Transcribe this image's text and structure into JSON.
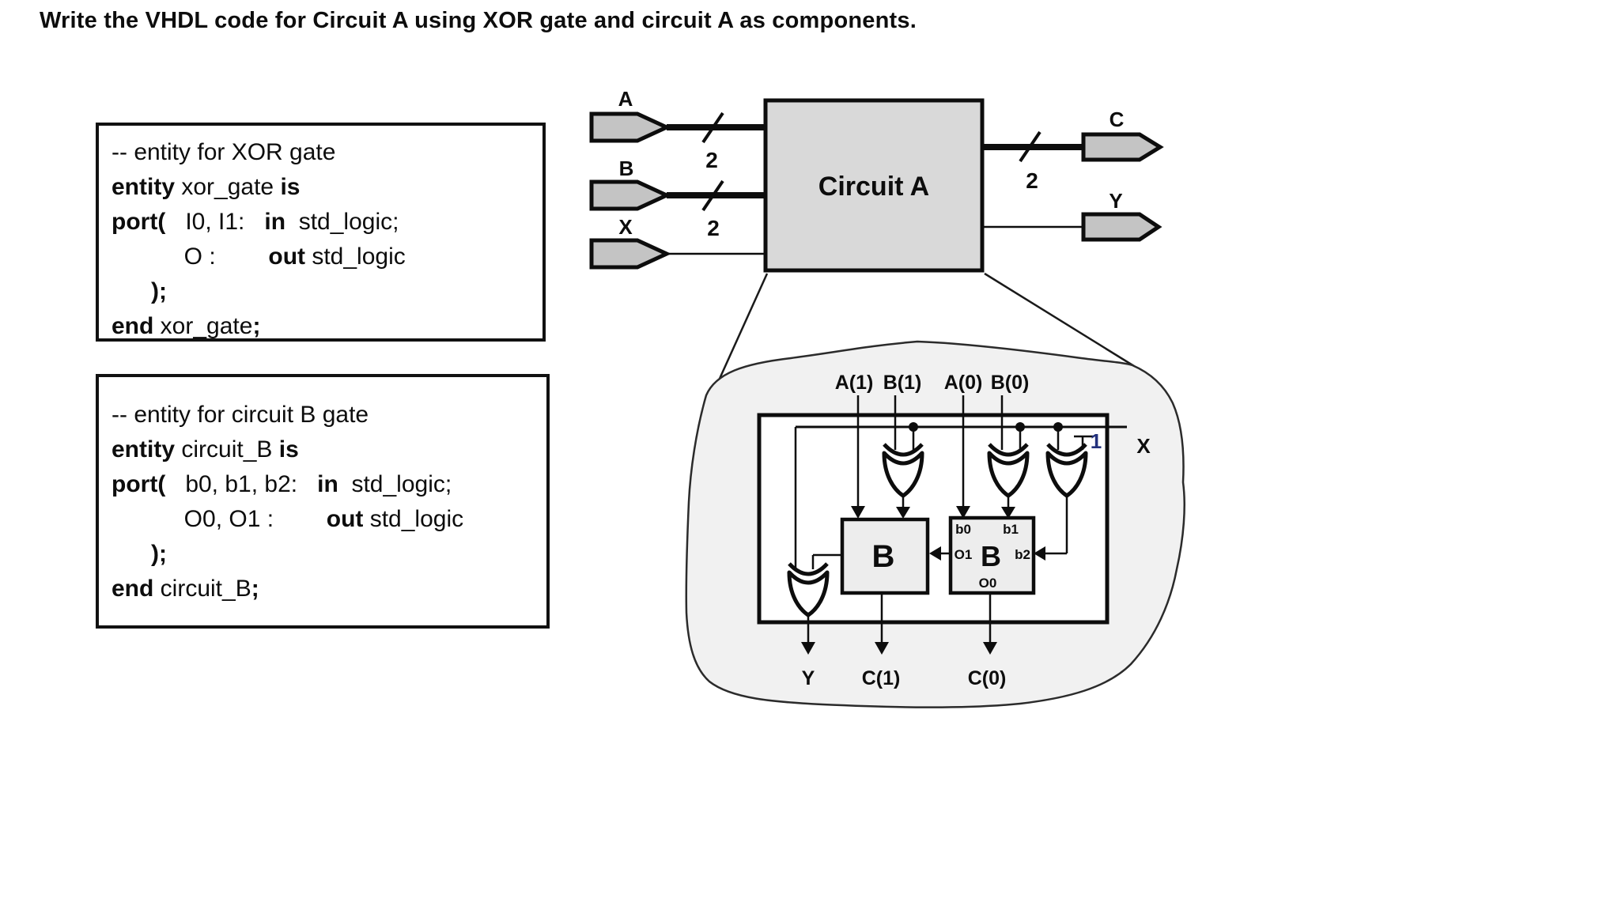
{
  "title": "Write the VHDL code for Circuit A using XOR gate and circuit A as components.",
  "code_boxes": [
    {
      "name": "xor-gate-entity-code",
      "lines": [
        [
          {
            "t": "-- entity for XOR gate",
            "b": false
          }
        ],
        [
          {
            "t": "entity",
            "b": true
          },
          {
            "t": " xor_gate ",
            "b": false
          },
          {
            "t": "is",
            "b": true
          }
        ],
        [
          {
            "t": "port(",
            "b": true
          },
          {
            "t": "   I0, I1:   ",
            "b": false
          },
          {
            "t": "in",
            "b": true
          },
          {
            "t": "  std_logic;",
            "b": false
          }
        ],
        [
          {
            "t": "           O :        ",
            "b": false
          },
          {
            "t": "out",
            "b": true
          },
          {
            "t": " std_logic",
            "b": false
          }
        ],
        [
          {
            "t": "      ",
            "b": false
          },
          {
            "t": ");",
            "b": true
          }
        ],
        [
          {
            "t": "end",
            "b": true
          },
          {
            "t": " xor_gate",
            "b": false
          },
          {
            "t": ";",
            "b": true
          }
        ]
      ]
    },
    {
      "name": "circuit-b-entity-code",
      "lines": [
        [
          {
            "t": "-- entity for circuit B gate",
            "b": false
          }
        ],
        [
          {
            "t": "entity",
            "b": true
          },
          {
            "t": " circuit_B ",
            "b": false
          },
          {
            "t": "is",
            "b": true
          }
        ],
        [
          {
            "t": "port(",
            "b": true
          },
          {
            "t": "   b0, b1, b2:   ",
            "b": false
          },
          {
            "t": "in",
            "b": true
          },
          {
            "t": "  std_logic;",
            "b": false
          }
        ],
        [
          {
            "t": "           O0, O1 :        ",
            "b": false
          },
          {
            "t": "out",
            "b": true
          },
          {
            "t": " std_logic",
            "b": false
          }
        ],
        [
          {
            "t": "      ",
            "b": false
          },
          {
            "t": ");",
            "b": true
          }
        ],
        [
          {
            "t": "end",
            "b": true
          },
          {
            "t": " circuit_B",
            "b": false
          },
          {
            "t": ";",
            "b": true
          }
        ]
      ]
    }
  ],
  "block": {
    "label": "Circuit A",
    "in_a": "A",
    "in_b": "B",
    "in_x": "X",
    "out_c": "C",
    "out_y": "Y",
    "bus_a": "2",
    "bus_b": "2",
    "bus_c": "2"
  },
  "detail": {
    "in_a1": "A(1)",
    "in_b1": "B(1)",
    "in_a0": "A(0)",
    "in_b0": "B(0)",
    "x_label": "X",
    "const_one": "1",
    "left_b_label": "B",
    "right_b_label": "B",
    "p_b0": "b0",
    "p_b1": "b1",
    "p_b2": "b2",
    "p_o1": "O1",
    "p_o0": "O0",
    "out_y": "Y",
    "out_c1": "C(1)",
    "out_c0": "C(0)"
  },
  "colors": {
    "accent_blue": "#23317c",
    "block_fill": "#d9d9d9",
    "connector_fill": "#c4c4c4",
    "blob_fill": "#f1f1f1",
    "inner_block_fill": "#ededed"
  }
}
